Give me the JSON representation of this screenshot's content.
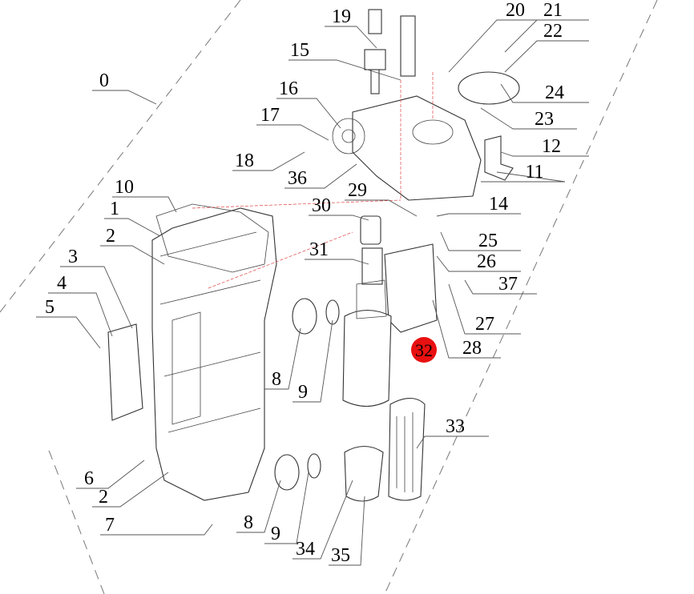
{
  "diagram": {
    "type": "exploded-parts-diagram",
    "highlight_color": "#e81010",
    "highlighted_part": "32",
    "callouts": [
      "0",
      "19",
      "20",
      "21",
      "22",
      "15",
      "16",
      "24",
      "17",
      "23",
      "12",
      "18",
      "11",
      "36",
      "10",
      "29",
      "1",
      "30",
      "14",
      "2",
      "25",
      "3",
      "31",
      "26",
      "4",
      "37",
      "5",
      "27",
      "28",
      "8",
      "9",
      "33",
      "6",
      "2",
      "7",
      "8",
      "9",
      "34",
      "35"
    ]
  }
}
